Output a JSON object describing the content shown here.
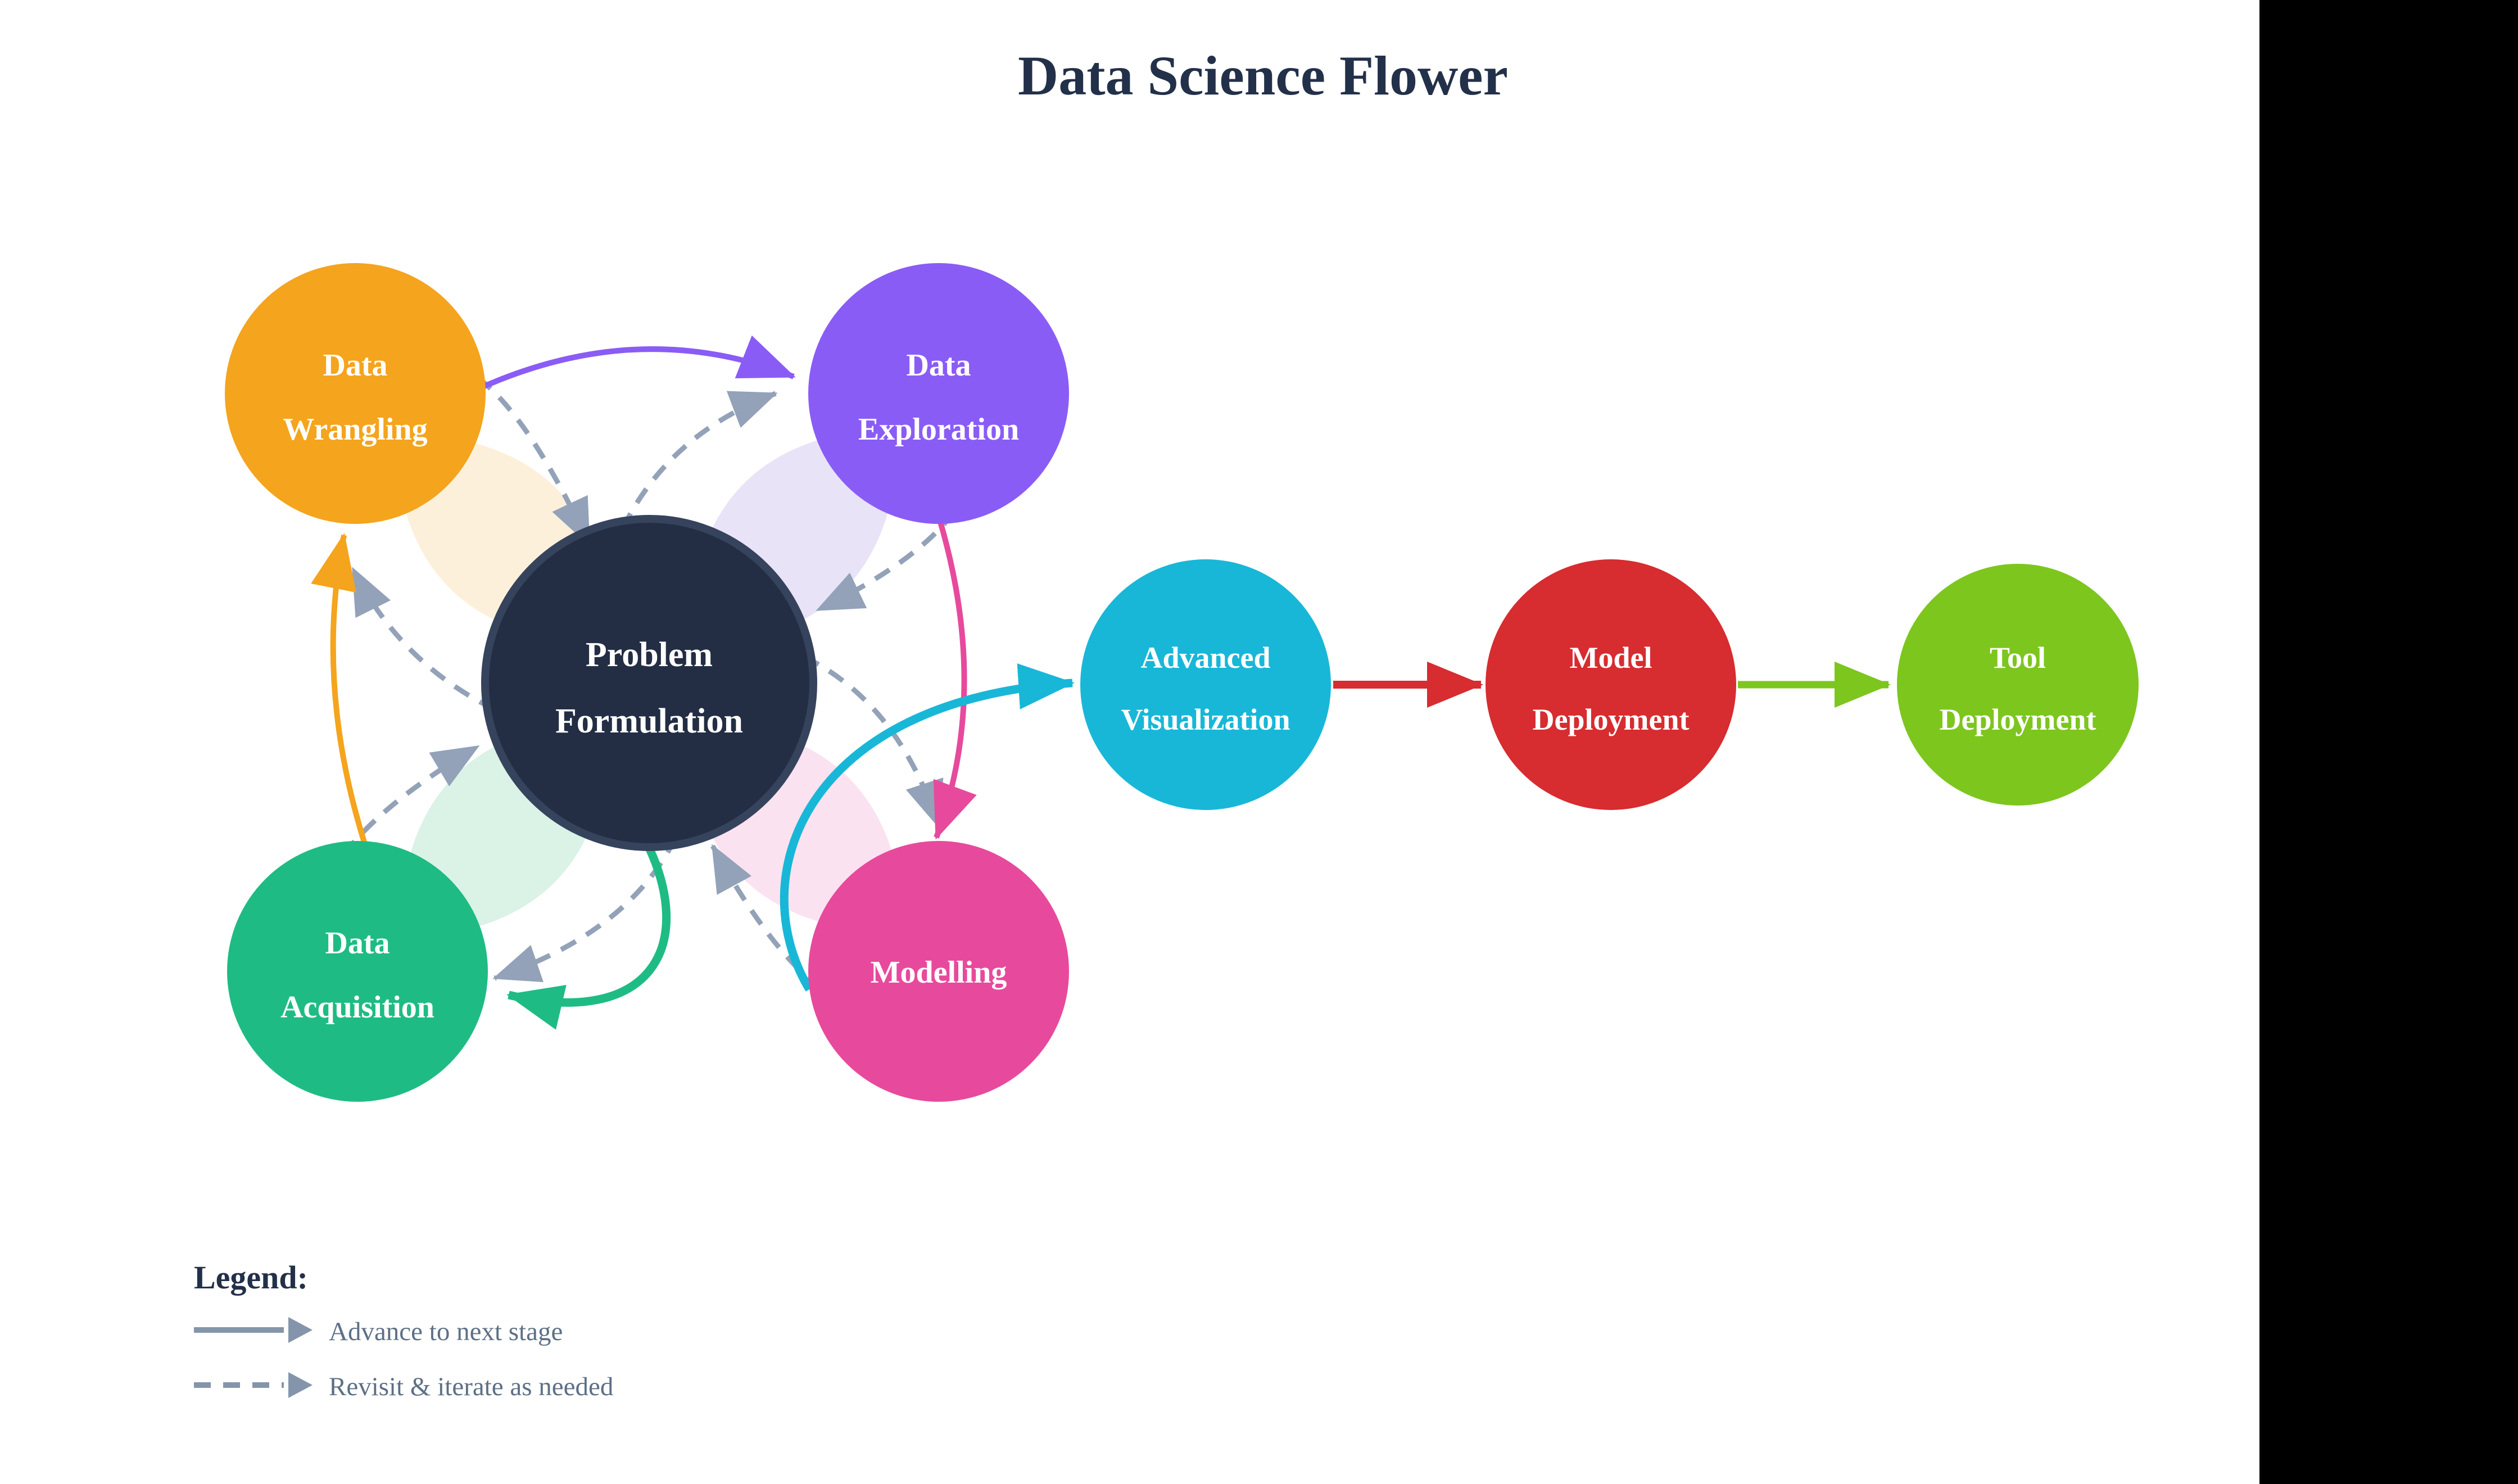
{
  "title": "Data Science Flower",
  "colors": {
    "background": "#FFFFFF",
    "right_black_bar": "#000000",
    "title_text": "#233049",
    "center_ring": "#36435C",
    "revisit_dashed": "#93A2B8",
    "legend_arrow": "#8495AB",
    "legend_text": "#5D7086",
    "petals": {
      "wrangling": "#FCF0DB",
      "exploration": "#E9E3F7",
      "acquisition": "#DBF2E6",
      "modelling": "#FBE2F0"
    }
  },
  "nodes": [
    {
      "id": "problem-formulation",
      "lines": [
        "Problem",
        "Formulation"
      ],
      "color": "#232E44"
    },
    {
      "id": "data-wrangling",
      "lines": [
        "Data",
        "Wrangling"
      ],
      "color": "#F5A41D"
    },
    {
      "id": "data-exploration",
      "lines": [
        "Data",
        "Exploration"
      ],
      "color": "#8A5CF6"
    },
    {
      "id": "data-acquisition",
      "lines": [
        "Data",
        "Acquisition"
      ],
      "color": "#1EBC84"
    },
    {
      "id": "modelling",
      "lines": [
        "Modelling"
      ],
      "color": "#E74A9C"
    },
    {
      "id": "advanced-visualization",
      "lines": [
        "Advanced",
        "Visualization"
      ],
      "color": "#18B7D8"
    },
    {
      "id": "model-deployment",
      "lines": [
        "Model",
        "Deployment"
      ],
      "color": "#D72C30"
    },
    {
      "id": "tool-deployment",
      "lines": [
        "Tool",
        "Deployment"
      ],
      "color": "#7DC61E"
    }
  ],
  "edges": [
    {
      "from": "Data Acquisition",
      "to": "Data Wrangling",
      "type": "advance"
    },
    {
      "from": "Data Wrangling",
      "to": "Data Exploration",
      "type": "advance"
    },
    {
      "from": "Data Exploration",
      "to": "Modelling",
      "type": "advance"
    },
    {
      "from": "Modelling",
      "to": "Advanced Visualization",
      "type": "advance"
    },
    {
      "from": "Problem Formulation",
      "to": "Data Acquisition",
      "type": "advance"
    },
    {
      "from": "Advanced Visualization",
      "to": "Model Deployment",
      "type": "advance"
    },
    {
      "from": "Model Deployment",
      "to": "Tool Deployment",
      "type": "advance"
    },
    {
      "from": "Data Wrangling",
      "to": "Problem Formulation",
      "type": "revisit"
    },
    {
      "from": "Problem Formulation",
      "to": "Data Wrangling",
      "type": "revisit"
    },
    {
      "from": "Problem Formulation",
      "to": "Data Exploration",
      "type": "revisit"
    },
    {
      "from": "Data Exploration",
      "to": "Problem Formulation",
      "type": "revisit"
    },
    {
      "from": "Data Acquisition",
      "to": "Problem Formulation",
      "type": "revisit"
    },
    {
      "from": "Problem Formulation",
      "to": "Data Acquisition",
      "type": "revisit"
    },
    {
      "from": "Modelling",
      "to": "Problem Formulation",
      "type": "revisit"
    },
    {
      "from": "Problem Formulation",
      "to": "Modelling",
      "type": "revisit"
    }
  ],
  "legend": {
    "title": "Legend:",
    "items": [
      {
        "style": "solid",
        "label": "Advance to next stage"
      },
      {
        "style": "dashed",
        "label": "Revisit & iterate as needed"
      }
    ]
  }
}
